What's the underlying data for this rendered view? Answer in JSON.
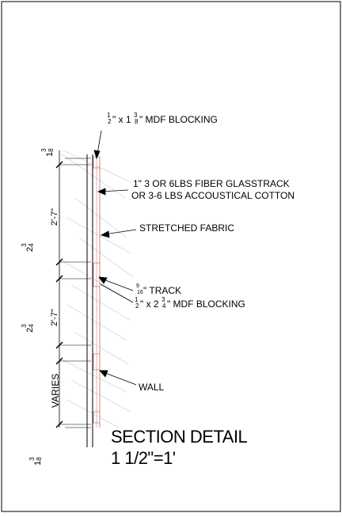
{
  "labels": {
    "mdf_top": {
      "a_num": "1",
      "a_den": "2",
      "mid": "\" x 1 ",
      "b_num": "3",
      "b_den": "8",
      "tail": "\" MDF BLOCKING"
    },
    "fiber_line1": "1\"  3 OR 6LBS FIBER GLASSTRACK",
    "fiber_line2": "OR 3-6 LBS ACCOUSTICAL COTTON",
    "stretched_fabric": "STRETCHED FABRIC",
    "track": {
      "num": "9",
      "den": "16",
      "tail": "\" TRACK"
    },
    "mdf_mid": {
      "a_num": "1",
      "a_den": "2",
      "mid": "\" x 2 ",
      "b_num": "3",
      "b_den": "4",
      "tail": "\" MDF BLOCKING"
    },
    "wall": "WALL"
  },
  "dimensions": {
    "top_whole": "1",
    "top_num": "3",
    "top_den": "8",
    "upper_run": "2'-7\"",
    "gap1_whole": "2",
    "gap1_num": "3",
    "gap1_den": "4",
    "lower_run": "2'-7\"",
    "gap2_whole": "2",
    "gap2_num": "3",
    "gap2_den": "4",
    "varies": "VARIES",
    "bottom_whole": "1",
    "bottom_num": "3",
    "bottom_den": "8"
  },
  "title": {
    "name": "SECTION DETAIL",
    "scale": "1 1/2\"=1'"
  },
  "colors": {
    "line": "#000000",
    "hatch": "#c0c0c0",
    "fabric": "#d08080"
  }
}
